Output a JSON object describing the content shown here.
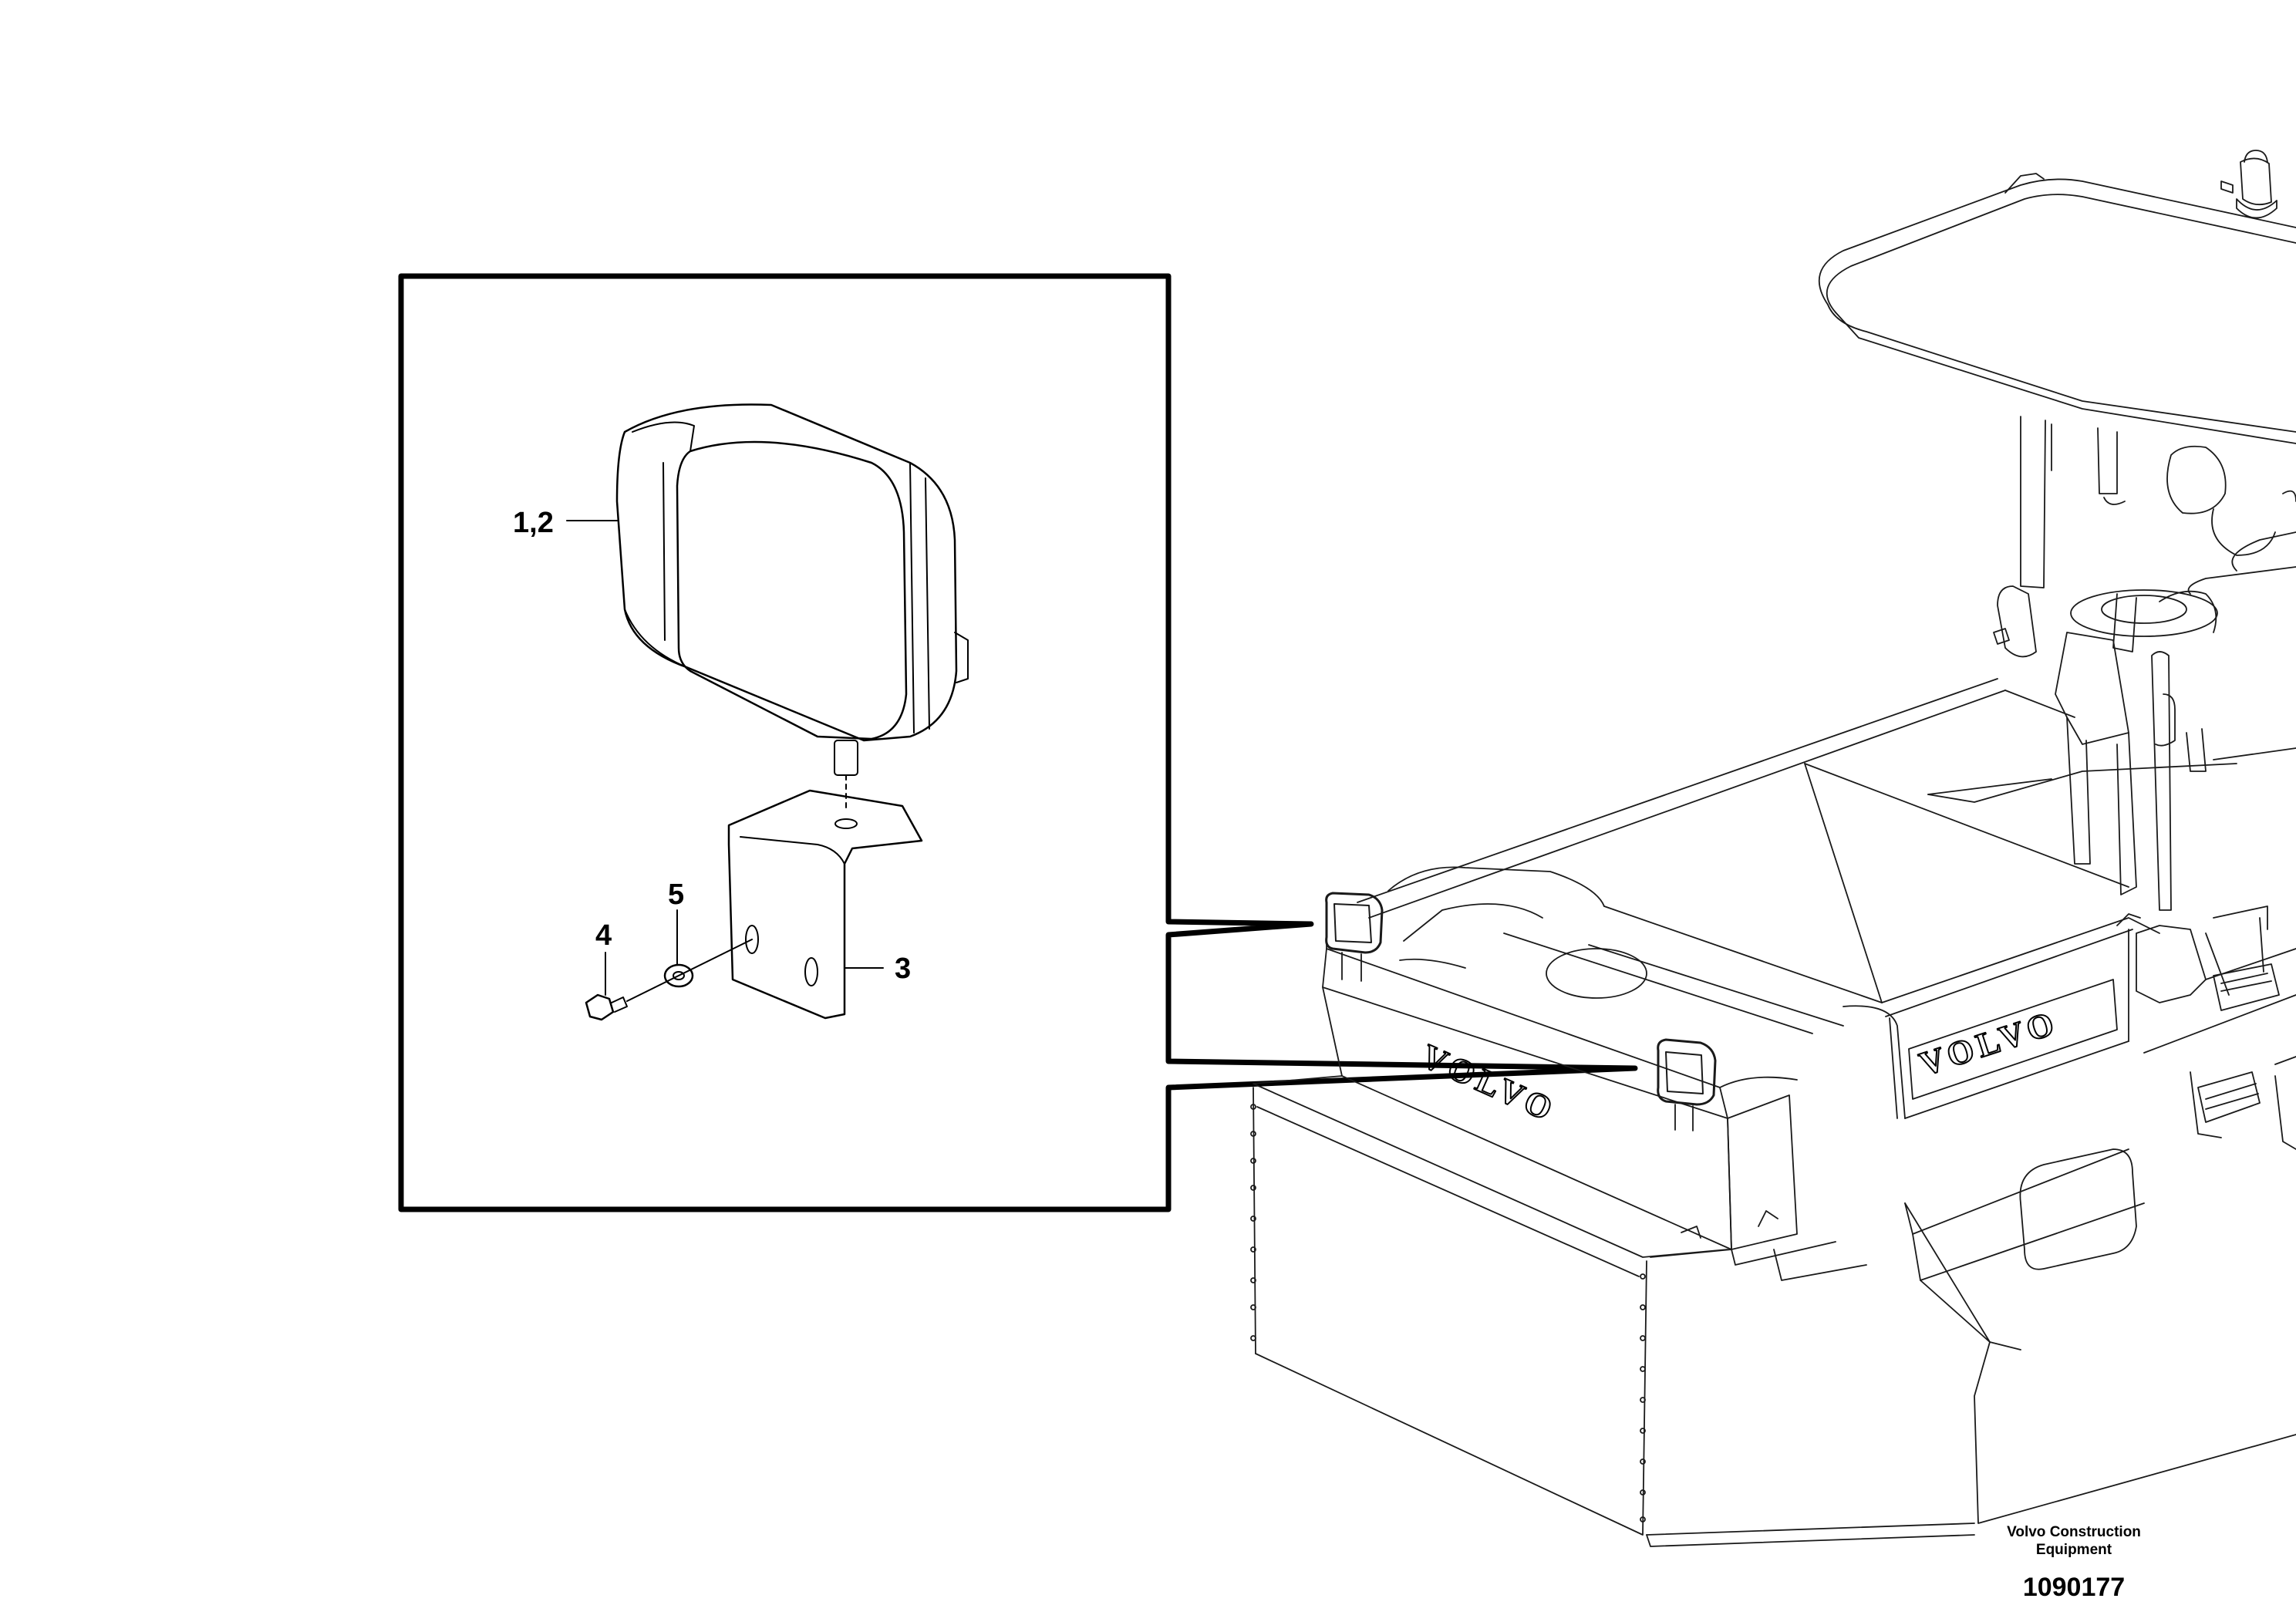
{
  "callouts": {
    "c12": "1,2",
    "c3": "3",
    "c4": "4",
    "c5": "5"
  },
  "machine_branding": {
    "logo_1": "VOLVO",
    "logo_2": "VOLVO"
  },
  "footer": {
    "maker_line1": "Volvo Construction",
    "maker_line2": "Equipment",
    "reference": "1090177"
  }
}
